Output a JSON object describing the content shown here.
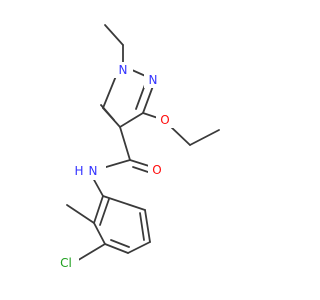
{
  "colors": {
    "bond": "#3a3a3a",
    "nitrogen": "#3333ff",
    "oxygen": "#ff0d0d",
    "chlorine": "#1fa01f",
    "background": "#ffffff"
  },
  "atoms": {
    "n1": "N",
    "n2": "N",
    "o_ether": "O",
    "o_carbonyl": "O",
    "n_amide": "N",
    "h_amide": "H",
    "cl": "Cl"
  }
}
